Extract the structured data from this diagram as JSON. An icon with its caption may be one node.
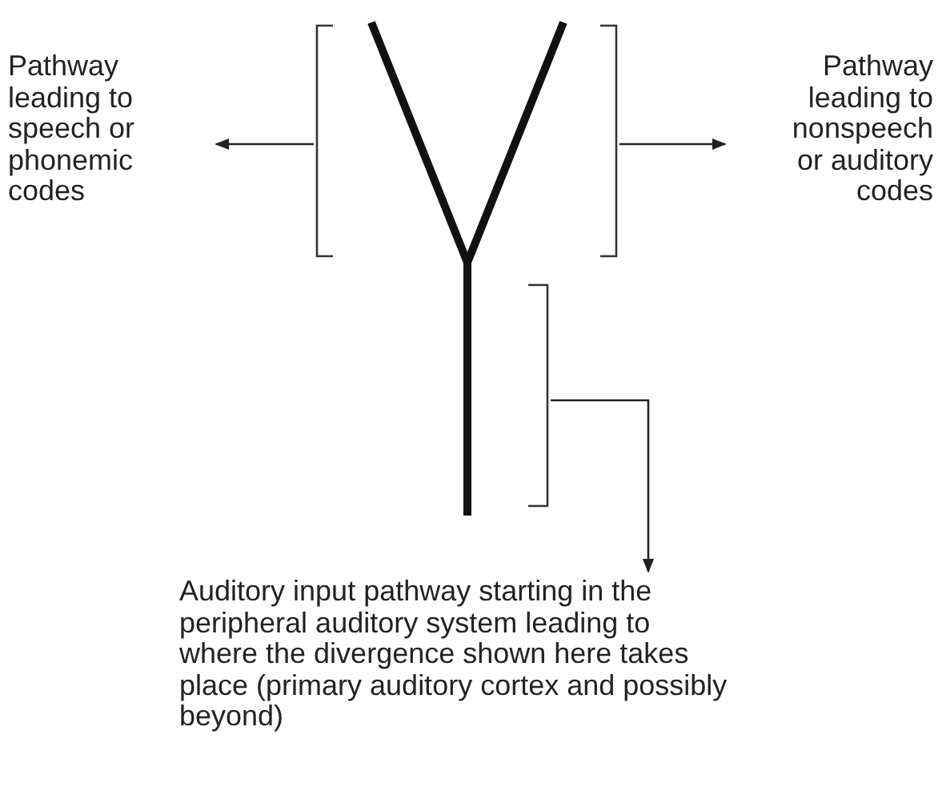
{
  "diagram": {
    "nodes": [
      {
        "text": [
          "Pathway leading to speech or phonemic codes"
        ]
      },
      {
        "text": [
          "Pathway leading to nonspeech or auditory codes"
        ]
      },
      {
        "text": [],
        "shape": "bar"
      },
      {
        "text": [],
        "shape": "bar"
      },
      {
        "text": [],
        "shape": "bar"
      },
      {
        "text": [
          "Auditory input pathway starting in the peripheral auditory system leading to where the divergence shown here takes place (primary auditory cortex and possibly beyond)"
        ]
      }
    ],
    "edges": [
      {
        "from": 2,
        "to": 0,
        "arrow": "to"
      },
      {
        "from": 3,
        "to": 1,
        "arrow": "to"
      },
      {
        "from": 4,
        "to": 5,
        "arrow": "to"
      }
    ]
  }
}
